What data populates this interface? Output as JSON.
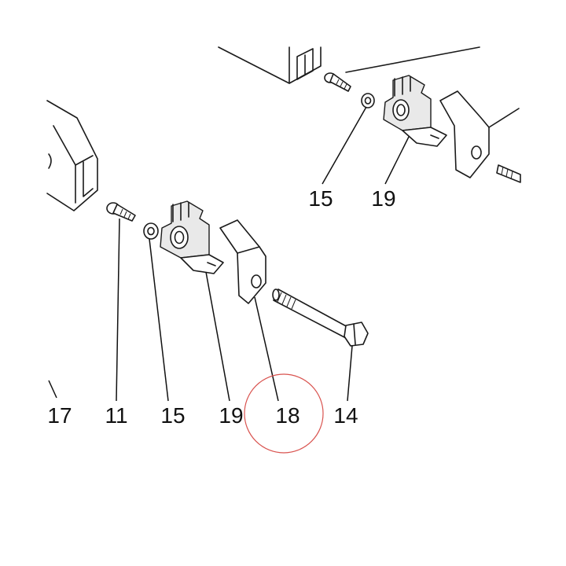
{
  "callouts": {
    "top_washer": "15",
    "top_bracket": "19",
    "bolt_screw": "11",
    "washer": "15",
    "bracket": "19",
    "plate": "18",
    "long_bolt": "14",
    "frame": "17"
  },
  "highlight": {
    "target": "18",
    "color": "#d9534f"
  },
  "colors": {
    "line": "#1a1a1a",
    "shade": "#e9e9e9",
    "background": "#ffffff"
  }
}
